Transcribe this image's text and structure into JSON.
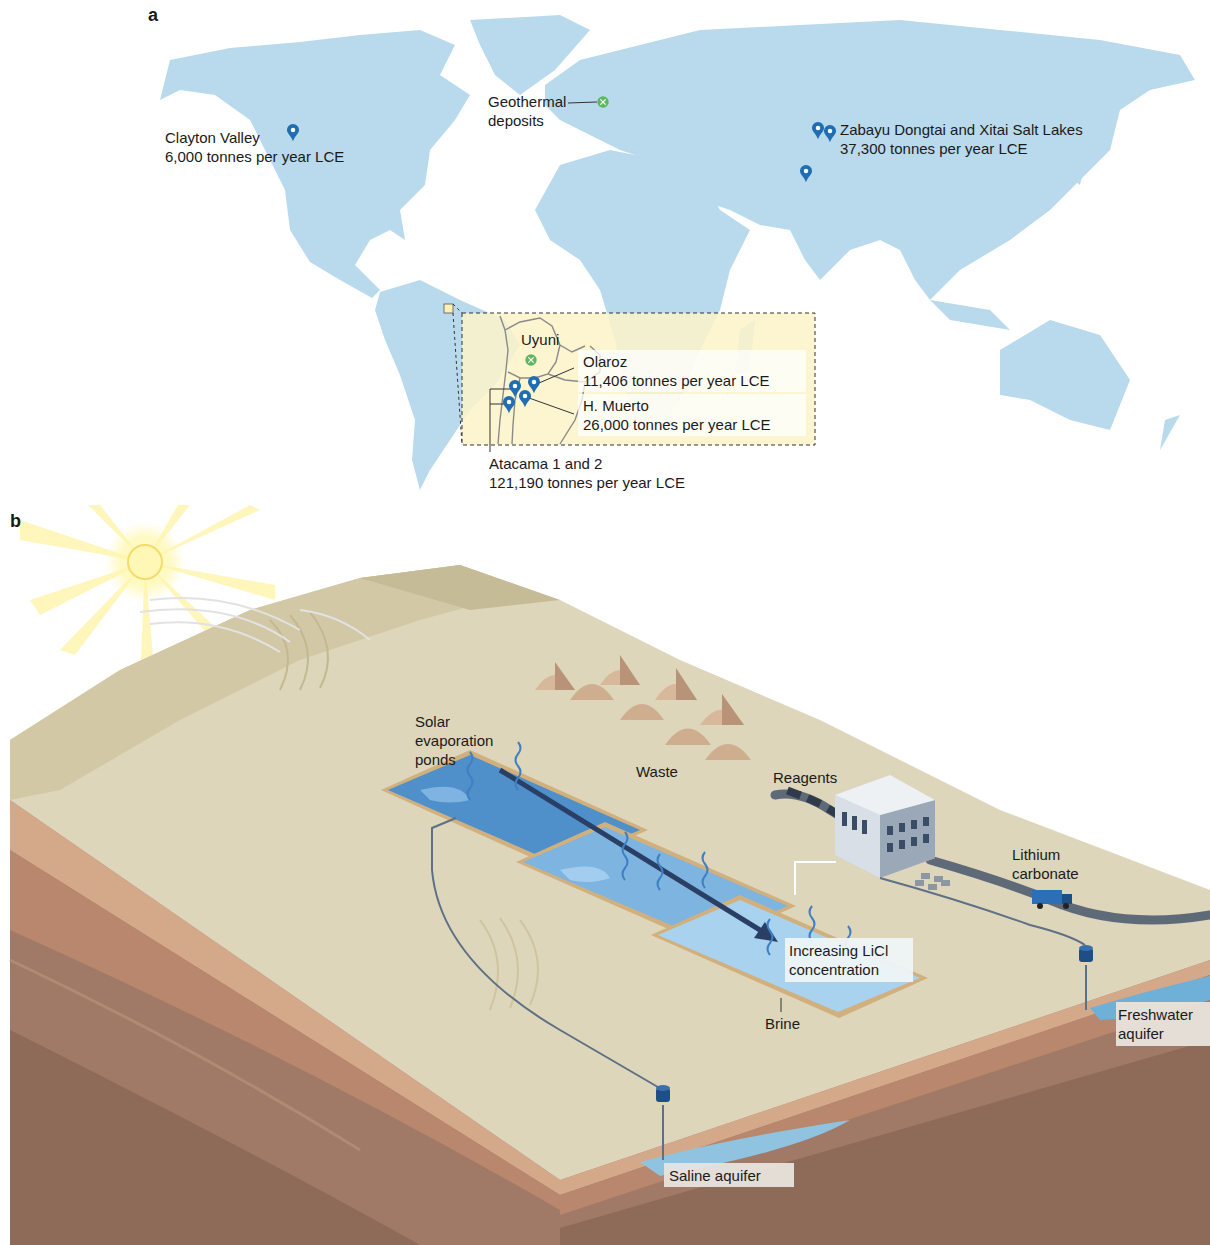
{
  "diagram": {
    "labels": [
      "a",
      "Geothermal deposits",
      "Clayton Valley",
      "6,000 tonnes per year LCE",
      "Zabayu Dongtai and Xitai Salt Lakes",
      "37,300 tonnes per year LCE",
      "Uyuni",
      "Olaroz",
      "11,406 tonnes per year LCE",
      "H. Muerto",
      "26,000 tonnes per year LCE",
      "Atacama 1 and 2",
      "121,190 tonnes per year LCE",
      "b",
      "Solar evaporation ponds",
      "Waste",
      "Reagents",
      "Lithium carbonate",
      "Increasing LiCl concentration",
      "Brine",
      "Freshwater aquifer",
      "Saline aquifer"
    ]
  }
}
